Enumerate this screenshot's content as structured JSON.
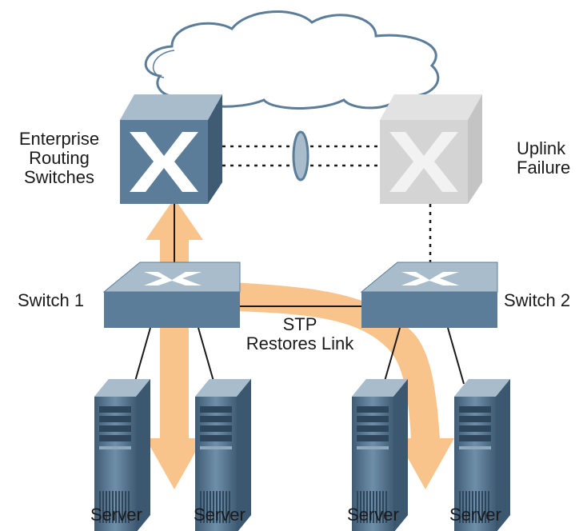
{
  "labels": {
    "enterprise_routing_switches": [
      "Enterprise",
      "Routing",
      "Switches"
    ],
    "uplink_failure": [
      "Uplink",
      "Failure"
    ],
    "switch1": "Switch 1",
    "switch2": "Switch 2",
    "stp_restores_link": [
      "STP",
      "Restores Link"
    ],
    "servers": [
      "Server",
      "Server",
      "Server",
      "Server"
    ]
  },
  "colors": {
    "switch_blue": "#5b7d99",
    "switch_top": "#a9bccb",
    "failed_gray": "#d4d4d4",
    "arrow_orange": "#f8c48c",
    "cloud_stroke": "#5b7d99",
    "server_dark": "#4d6b85"
  }
}
